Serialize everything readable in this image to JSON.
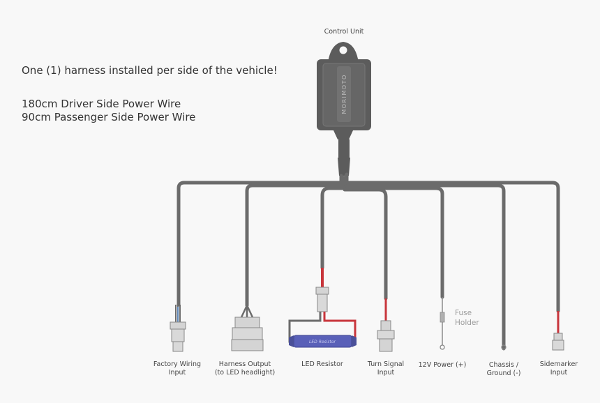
{
  "control_unit_label": "Control Unit",
  "unit_brand": "MORIMOTO",
  "resistor_brand": "LED Resistor",
  "notes": {
    "line1": "One (1) harness installed per side of the vehicle!",
    "line2": "180cm Driver Side Power Wire",
    "line3": "90cm Passenger Side Power Wire"
  },
  "connectors": [
    {
      "label_line1": "Factory Wiring",
      "label_line2": "Input"
    },
    {
      "label_line1": "Harness Output",
      "label_line2": "(to LED headlight)"
    },
    {
      "label_line1": "LED Resistor",
      "label_line2": ""
    },
    {
      "label_line1": "Turn Signal",
      "label_line2": "Input"
    },
    {
      "label_line1": "12V Power (+)",
      "label_line2": ""
    },
    {
      "label_line1": "Chassis /",
      "label_line2": "Ground (-)"
    },
    {
      "label_line1": "Sidemarker",
      "label_line2": "Input"
    }
  ],
  "fuse_holder": {
    "line1": "Fuse",
    "line2": "Holder"
  },
  "colors": {
    "wire": "#6b6b6b",
    "housing": "#5c5c5c",
    "red_wire": "#c8353b",
    "resistor": "#5960b8",
    "connector": "#cfcfcf"
  }
}
